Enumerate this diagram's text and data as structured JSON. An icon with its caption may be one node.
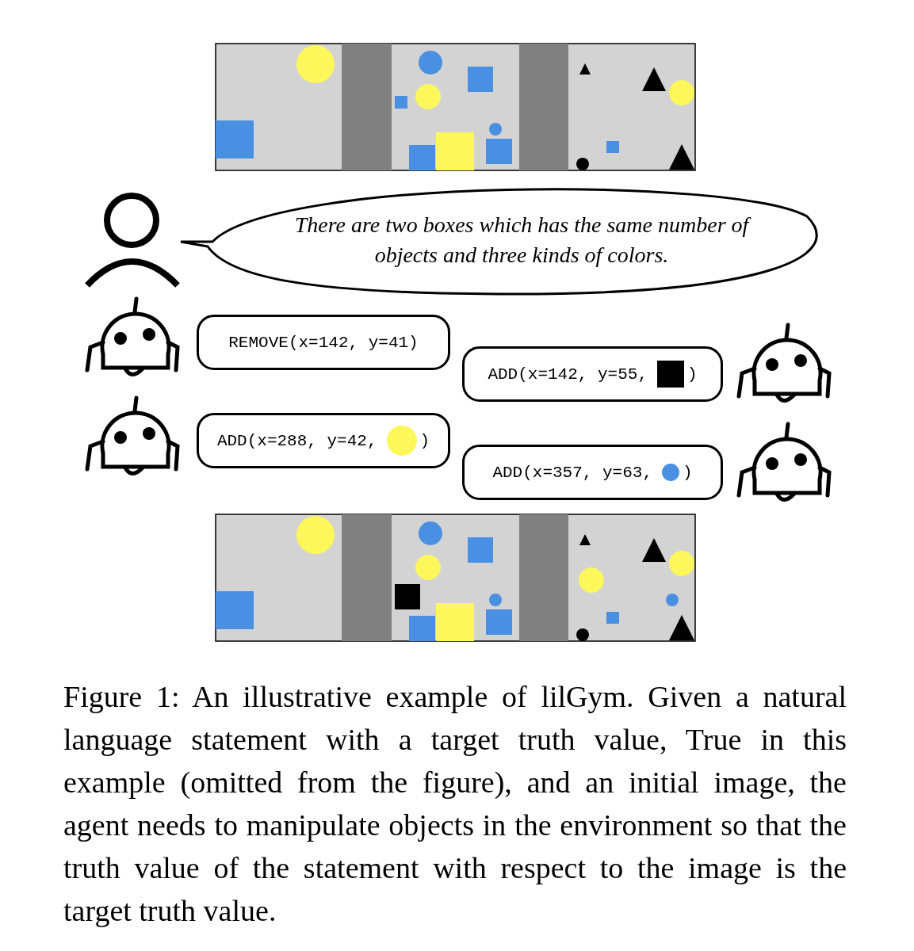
{
  "diagram": {
    "caption": "Figure 1: An illustrative example of lilGym. Given a natural language statement with a target truth value, True in this example (omitted from the figure), and an initial image, the agent needs to manipulate objects in the environment so that the truth value of the statement with respect to the image is the target truth value.",
    "nodes": [
      {
        "text": [],
        "shape": "picture"
      },
      {
        "text": [],
        "shape": "person"
      },
      {
        "text": [
          "There are two boxes which has the same number of objects and three kinds of colors."
        ]
      },
      {
        "text": [],
        "shape": "picture"
      },
      {
        "text": [
          "REMOVE(x=142, y=41)"
        ]
      },
      {
        "text": [
          "ADD(x=142, y=55,",
          ")"
        ]
      },
      {
        "text": [],
        "shape": "picture"
      },
      {
        "text": [],
        "shape": "picture"
      },
      {
        "text": [
          "ADD(x=288, y=42,",
          ")"
        ]
      },
      {
        "text": [
          "ADD(x=357, y=63,",
          ")"
        ]
      },
      {
        "text": [],
        "shape": "picture"
      },
      {
        "text": [],
        "shape": "picture"
      }
    ]
  }
}
